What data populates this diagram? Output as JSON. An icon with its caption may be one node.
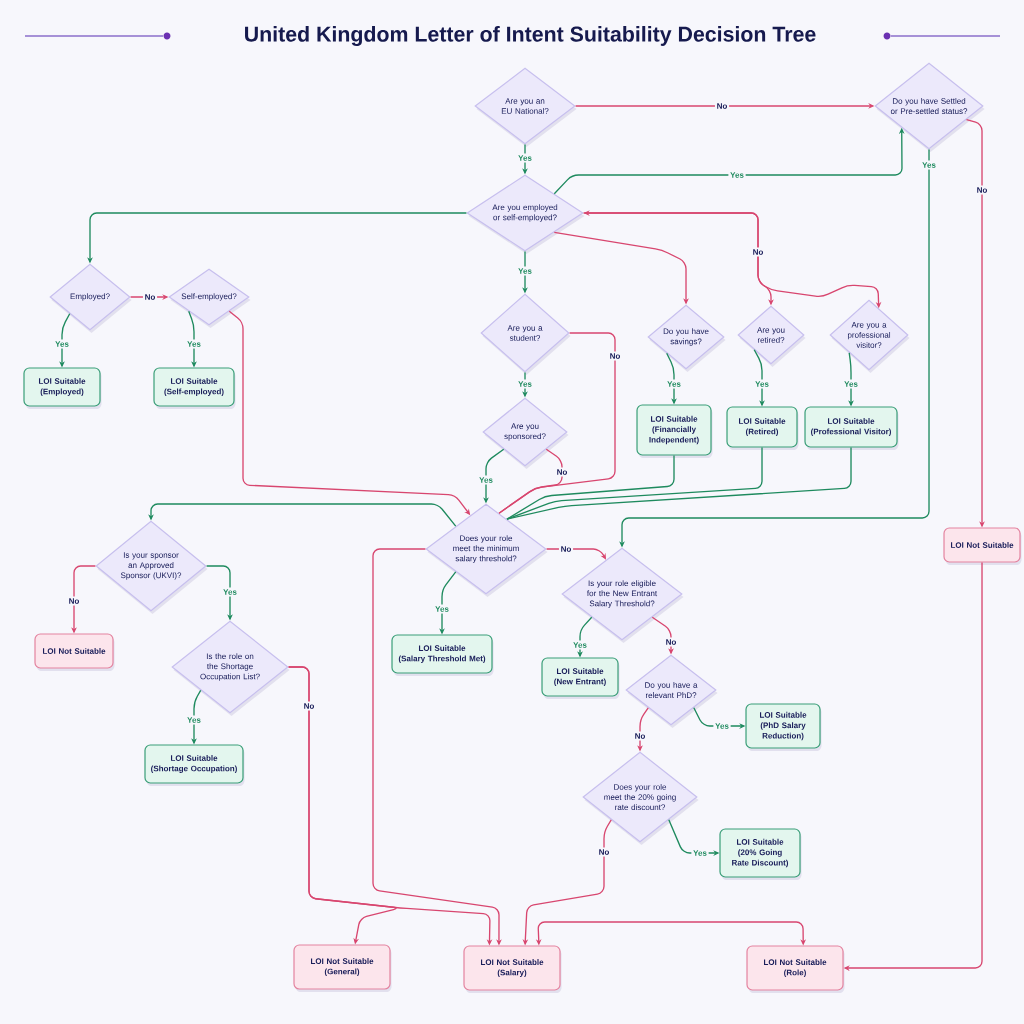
{
  "diagram": {
    "title": "United Kingdom Letter of Intent Suitability Decision Tree",
    "nodes": [
      {
        "text": [
          "Are you an EU National?"
        ]
      },
      {
        "text": [
          "Do you have Settled or Pre-settled status?"
        ]
      },
      {
        "text": [
          "Are you employed or self-employed?"
        ]
      },
      {
        "text": [
          "Employed?"
        ]
      },
      {
        "text": [
          "Self-employed?"
        ]
      },
      {
        "text": [
          "LOI Suitable",
          "(Employed)"
        ]
      },
      {
        "text": [
          "LOI Suitable",
          "(Self-employed)"
        ]
      },
      {
        "text": [
          "Are you a student?"
        ]
      },
      {
        "text": [
          "Do you have savings?"
        ]
      },
      {
        "text": [
          "Are you retired?"
        ]
      },
      {
        "text": [
          "Are you a professional visitor?"
        ]
      },
      {
        "text": [
          "LOI Suitable",
          "(Financially Independent)"
        ]
      },
      {
        "text": [
          "LOI Suitable",
          "(Retired)"
        ]
      },
      {
        "text": [
          "LOI Suitable",
          "(Professional Visitor)"
        ]
      },
      {
        "text": [
          "Are you sponsored?"
        ]
      },
      {
        "text": [
          "LOI Not Suitable"
        ]
      },
      {
        "text": [
          "Does your role meet the minimum salary threshold?"
        ]
      },
      {
        "text": [
          "Is your sponsor an Approved Sponsor (UKVI)?"
        ]
      },
      {
        "text": [
          "Is your role eligible for the New Entrant Salary Threshold?"
        ]
      },
      {
        "text": [
          "LOI Not Suitable"
        ]
      },
      {
        "text": [
          "LOI Suitable",
          "(Salary Threshold Met)"
        ]
      },
      {
        "text": [
          "Is the role on the Shortage Occupation List?"
        ]
      },
      {
        "text": [
          "LOI Suitable",
          "(New Entrant)"
        ]
      },
      {
        "text": [
          "Do you have a relevant PhD?"
        ]
      },
      {
        "text": [
          "LOI Suitable",
          "(PhD Salary Reduction)"
        ]
      },
      {
        "text": [
          "LOI Suitable",
          "(Shortage Occupation)"
        ]
      },
      {
        "text": [
          "Does your role meet the 20% going rate discount?"
        ]
      },
      {
        "text": [
          "LOI Suitable",
          "(20% Going Rate Discount)"
        ]
      },
      {
        "text": [
          "LOI Not Suitable",
          "(General)"
        ]
      },
      {
        "text": [
          "LOI Not Suitable",
          "(Salary)"
        ]
      },
      {
        "text": [
          "LOI Not Suitable",
          "(Role)"
        ]
      }
    ],
    "edges": [
      {
        "from": 0,
        "to": 1,
        "arrow": "to",
        "label": "No",
        "color": "#d8466f"
      },
      {
        "from": 0,
        "to": 2,
        "arrow": "to",
        "label": "Yes"
      },
      {
        "from": 2,
        "to": 1,
        "arrow": "to",
        "label": "Yes"
      },
      {
        "from": 1,
        "to": 15,
        "arrow": "to",
        "label": "No",
        "color": "#d8466f"
      },
      {
        "from": 1,
        "to": 18,
        "arrow": "to",
        "label": "Yes"
      },
      {
        "from": 2,
        "to": 3,
        "arrow": "to"
      },
      {
        "from": 3,
        "to": 4,
        "arrow": "to",
        "label": "No",
        "color": "#d8466f"
      },
      {
        "from": 3,
        "to": 5,
        "arrow": "to",
        "label": "Yes"
      },
      {
        "from": 4,
        "to": 6,
        "arrow": "to",
        "label": "Yes"
      },
      {
        "from": 4,
        "to": 16,
        "arrow": "to",
        "color": "#d8466f"
      },
      {
        "from": 2,
        "to": 7,
        "arrow": "to",
        "label": "Yes"
      },
      {
        "from": 2,
        "to": 8,
        "arrow": "to",
        "color": "#d8466f"
      },
      {
        "from": 2,
        "to": 9,
        "arrow": "both",
        "label": "No",
        "color": "#d8466f"
      },
      {
        "from": 2,
        "to": 10,
        "arrow": "to",
        "color": "#d8466f"
      },
      {
        "from": 7,
        "to": 14,
        "arrow": "to",
        "label": "Yes"
      },
      {
        "from": 7,
        "to": 16,
        "arrow": "none",
        "label": "No",
        "color": "#d8466f"
      },
      {
        "from": 8,
        "to": 11,
        "arrow": "to",
        "label": "Yes"
      },
      {
        "from": 9,
        "to": 12,
        "arrow": "to",
        "label": "Yes"
      },
      {
        "from": 10,
        "to": 13,
        "arrow": "to",
        "label": "Yes"
      },
      {
        "from": 14,
        "to": 16,
        "arrow": "to",
        "label": "Yes"
      },
      {
        "from": 14,
        "to": 16,
        "arrow": "none",
        "label": "No",
        "color": "#d8466f"
      },
      {
        "from": 11,
        "to": 16,
        "arrow": "none"
      },
      {
        "from": 12,
        "to": 16,
        "arrow": "none"
      },
      {
        "from": 13,
        "to": 16,
        "arrow": "none"
      },
      {
        "from": 15,
        "to": 30,
        "arrow": "to",
        "color": "#d8466f"
      },
      {
        "from": 16,
        "to": 17,
        "arrow": "to"
      },
      {
        "from": 16,
        "to": 18,
        "arrow": "to",
        "label": "No",
        "color": "#d8466f"
      },
      {
        "from": 16,
        "to": 20,
        "arrow": "to",
        "label": "Yes"
      },
      {
        "from": 16,
        "to": 29,
        "arrow": "to",
        "color": "#d8466f"
      },
      {
        "from": 17,
        "to": 19,
        "arrow": "to",
        "label": "No",
        "color": "#d8466f"
      },
      {
        "from": 17,
        "to": 21,
        "arrow": "to",
        "label": "Yes"
      },
      {
        "from": 21,
        "to": 25,
        "arrow": "to",
        "label": "Yes"
      },
      {
        "from": 21,
        "to": 28,
        "arrow": "to",
        "label": "No",
        "color": "#d8466f"
      },
      {
        "from": 21,
        "to": 29,
        "arrow": "to",
        "color": "#d8466f"
      },
      {
        "from": 18,
        "to": 22,
        "arrow": "to",
        "label": "Yes"
      },
      {
        "from": 18,
        "to": 23,
        "arrow": "to",
        "label": "No",
        "color": "#d8466f"
      },
      {
        "from": 23,
        "to": 24,
        "arrow": "to",
        "label": "Yes"
      },
      {
        "from": 23,
        "to": 26,
        "arrow": "to",
        "label": "No",
        "color": "#d8466f"
      },
      {
        "from": 26,
        "to": 27,
        "arrow": "to",
        "label": "Yes"
      },
      {
        "from": 26,
        "to": 29,
        "arrow": "to",
        "label": "No",
        "color": "#d8466f"
      },
      {
        "from": 29,
        "to": 30,
        "arrow": "both",
        "color": "#d8466f"
      }
    ]
  }
}
